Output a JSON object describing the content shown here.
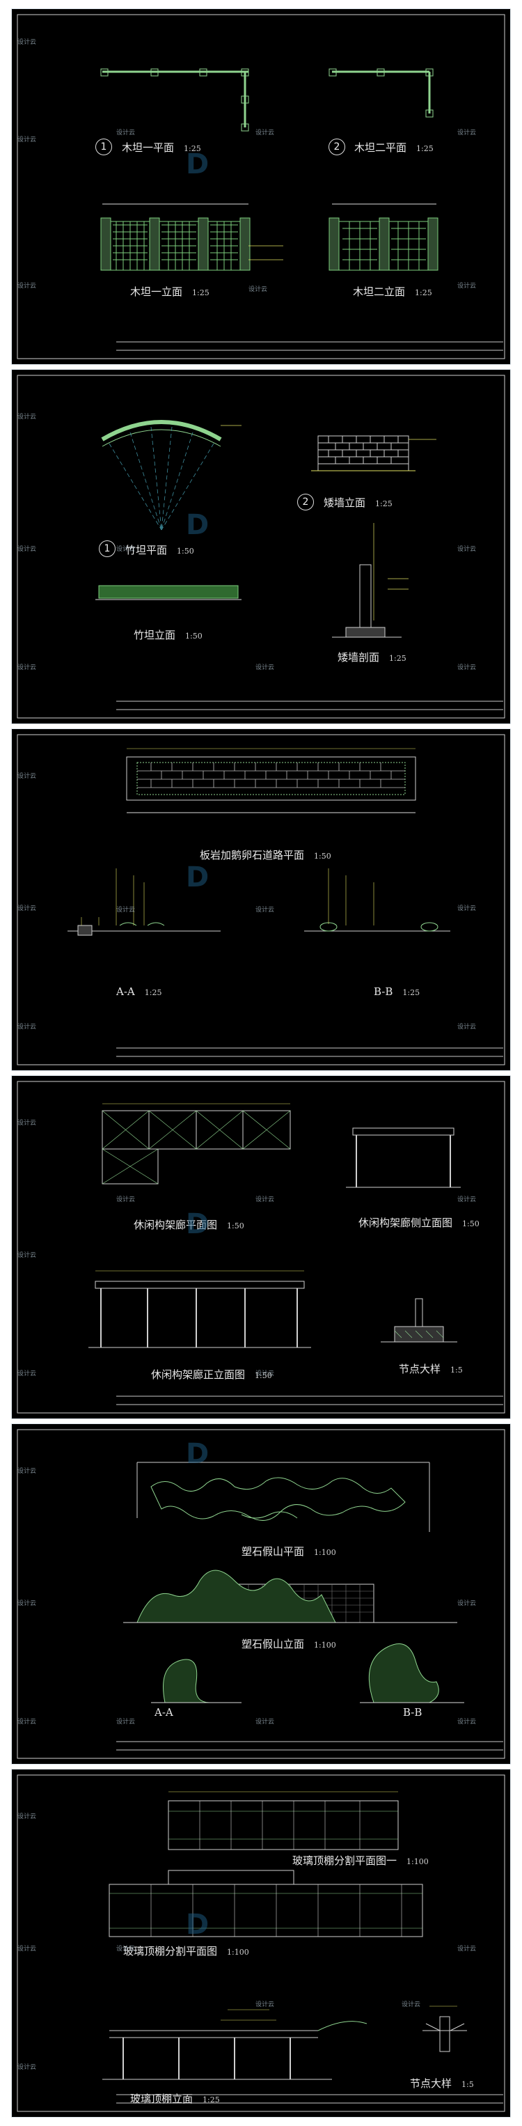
{
  "watermark": {
    "text": "设计云",
    "brand": "D"
  },
  "sheets": [
    {
      "labels": {
        "plan1": "木坦一平面",
        "plan1_scale": "1:25",
        "plan1_num": "1",
        "plan2": "木坦二平面",
        "plan2_scale": "1:25",
        "plan2_num": "2",
        "elev1": "木坦一立面",
        "elev1_scale": "1:25",
        "elev2": "木坦二立面",
        "elev2_scale": "1:25"
      }
    },
    {
      "labels": {
        "bamboo_plan": "竹坦平面",
        "bamboo_plan_scale": "1:50",
        "bamboo_plan_num": "1",
        "low_elev": "矮墙立面",
        "low_elev_scale": "1:25",
        "low_elev_num": "2",
        "bamboo_elev": "竹坦立面",
        "bamboo_elev_scale": "1:50",
        "low_section": "矮墙剖面",
        "low_section_scale": "1:25"
      }
    },
    {
      "labels": {
        "road_plan": "板岩加鹅卵石道路平面",
        "road_plan_scale": "1:50",
        "aa": "A-A",
        "aa_scale": "1:25",
        "bb": "B-B",
        "bb_scale": "1:25"
      }
    },
    {
      "labels": {
        "pergola_plan": "休闲构架廊平面图",
        "pergola_plan_scale": "1:50",
        "pergola_side": "休闲构架廊侧立面图",
        "pergola_side_scale": "1:50",
        "pergola_front": "休闲构架廊正立面图",
        "pergola_front_scale": "1:50",
        "node": "节点大样",
        "node_scale": "1:5"
      }
    },
    {
      "labels": {
        "rock_plan": "塑石假山平面",
        "rock_plan_scale": "1:100",
        "rock_elev": "塑石假山立面",
        "rock_elev_scale": "1:100",
        "aa": "A-A",
        "bb": "B-B"
      }
    },
    {
      "labels": {
        "glass_split1": "玻璃顶棚分割平面图一",
        "glass_split1_scale": "1:100",
        "glass_split": "玻璃顶棚分割平面图",
        "glass_split_scale": "1:100",
        "glass_elev": "玻璃顶棚立面",
        "glass_elev_scale": "1:25",
        "node": "节点大样",
        "node_scale": "1:5"
      }
    }
  ]
}
